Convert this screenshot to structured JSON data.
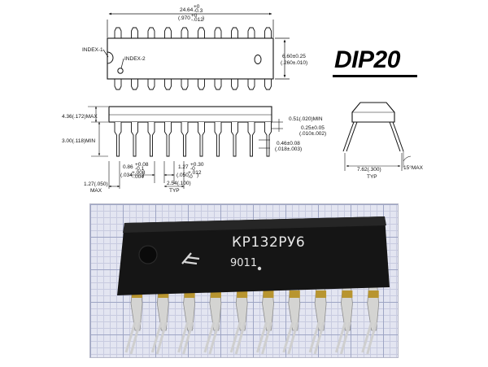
{
  "package": {
    "name": "DIP20"
  },
  "drawing": {
    "top_view": {
      "length_mm": "24.64",
      "length_tol_top": "+0",
      "length_tol_bottom": "-0.3",
      "length_in": "(.970",
      "length_in_tol_top": "+0",
      "length_in_tol_bottom": "-.012",
      "length_in_close": ")",
      "width_mm": "6.60±0.25",
      "width_in": "(.260±.010)",
      "index1": "INDEX-1",
      "index2": "INDEX-2"
    },
    "side_view": {
      "body_height": "4.36(.172)MAX",
      "seat_height": "3.00(.118)MIN",
      "standoff": "0.51(.020)MIN",
      "lead_thickness_mm": "0.25±0.05",
      "lead_thickness_in": "(.010±.002)",
      "lead_width_mm": "0.46±0.08",
      "lead_width_in": "(.018±.003)",
      "shoulder_mm": "0.86",
      "shoulder_tol_top": "+0.08",
      "shoulder_tol_bottom": "-0.1",
      "shoulder_in": "(.034",
      "shoulder_in_tol_top": "+.008",
      "shoulder_in_tol_bottom": "-.004",
      "shoulder_in_close": ")",
      "shoulder2_mm": "1.27",
      "shoulder2_tol_top": "+0.30",
      "shoulder2_tol_bottom": "-0",
      "shoulder2_in": "(.050",
      "shoulder2_in_tol_top": "+.012",
      "shoulder2_in_tol_bottom": "-0",
      "shoulder2_in_close": ")",
      "end_offset": "1.27(.050)",
      "end_offset_note": "MAX",
      "pitch": "2.54(.100)",
      "pitch_note": "TYP"
    },
    "end_view": {
      "row_spacing": "7.62(.300)",
      "row_spacing_note": "TYP",
      "lead_angle": "15°MAX"
    }
  },
  "photo": {
    "part_number": "КР132РУ6",
    "date_code": "9011"
  },
  "colors": {
    "chip_body": "#151515",
    "grid_background": "#e3e5f1",
    "grid_major": "#9ea5c4",
    "pins": "#d4d4d2",
    "pin_bends": "#b89530"
  }
}
